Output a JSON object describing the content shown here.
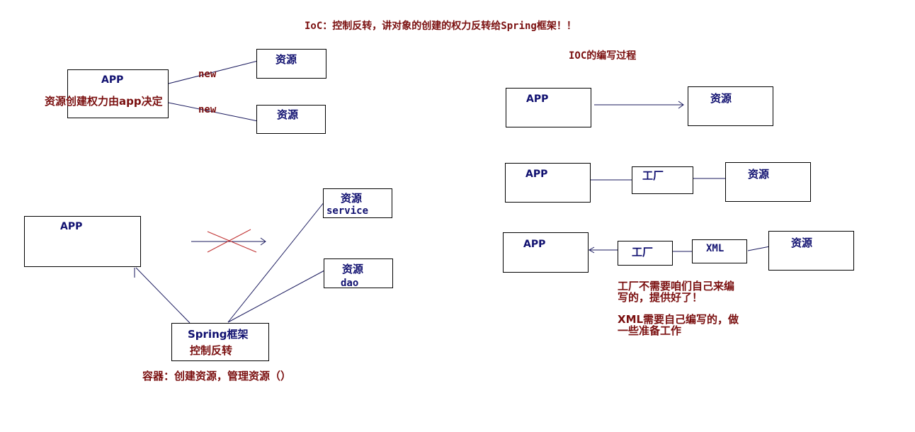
{
  "title": "IoC：控制反转，讲对象的创建的权力反转给Spring框架！！",
  "subtitle": "IOC的编写过程",
  "top_left": {
    "app": "APP",
    "caption": "资源创建权力由app决定",
    "res1": "资源",
    "res2": "资源",
    "new1": "new",
    "new2": "new"
  },
  "bottom_left": {
    "app": "APP",
    "res_service": "资源",
    "service": "service",
    "res_dao": "资源",
    "dao": "dao",
    "spring_line1": "Spring框架",
    "spring_line2": "控制反转",
    "container_note": "容器：创建资源，管理资源（）"
  },
  "right": {
    "row1": {
      "app": "APP",
      "res": "资源"
    },
    "row2": {
      "app": "APP",
      "factory": "工厂",
      "res": "资源"
    },
    "row3": {
      "app": "APP",
      "factory": "工厂",
      "xml": "XML",
      "res": "资源"
    },
    "note1_line1": "工厂不需要咱们自己来编",
    "note1_line2": "写的，提供好了！",
    "note2_line1": "XML需要自己编写的，做",
    "note2_line2": "一些准备工作"
  },
  "colors": {
    "label": "#101070",
    "annotation": "#7a0f0f",
    "connector": "#1a1a5e",
    "cross": "#c03030"
  }
}
